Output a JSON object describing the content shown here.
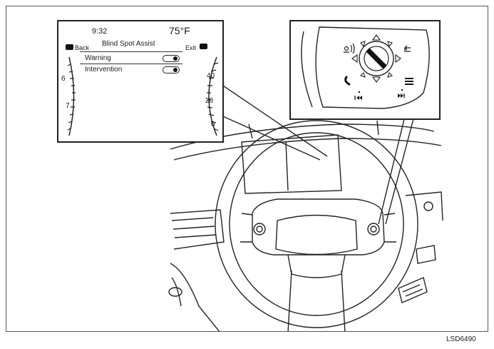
{
  "screen": {
    "time": "9:32",
    "temperature": "75°F",
    "back_label": "Back",
    "title": "Blind Spot Assist",
    "exit_label": "Exit",
    "menu_items": [
      {
        "label": "Warning",
        "toggle_on": true
      },
      {
        "label": "Intervention",
        "toggle_on": true
      }
    ],
    "gauge_left_labels": [
      "6",
      "7"
    ],
    "gauge_right_labels": [
      "40",
      "20",
      "0"
    ]
  },
  "figure_code": "LSD6490"
}
